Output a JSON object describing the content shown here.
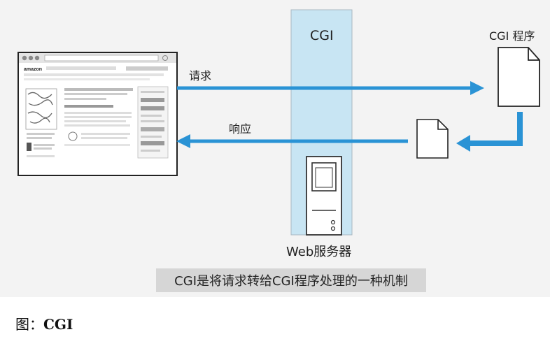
{
  "labels": {
    "cgi_column": "CGI",
    "cgi_program": "CGI 程序",
    "request": "请求",
    "response": "响应",
    "web_server": "Web服务器"
  },
  "caption_box": "CGI是将请求转给CGI程序处理的一种机制",
  "figure": {
    "prefix": "图：",
    "name": "CGI"
  },
  "browser_mockup": {
    "site_logo": "amazon"
  },
  "colors": {
    "arrow": "#2a93d5",
    "server_column": "#c8e5f3",
    "panel": "#f3f3f3"
  }
}
